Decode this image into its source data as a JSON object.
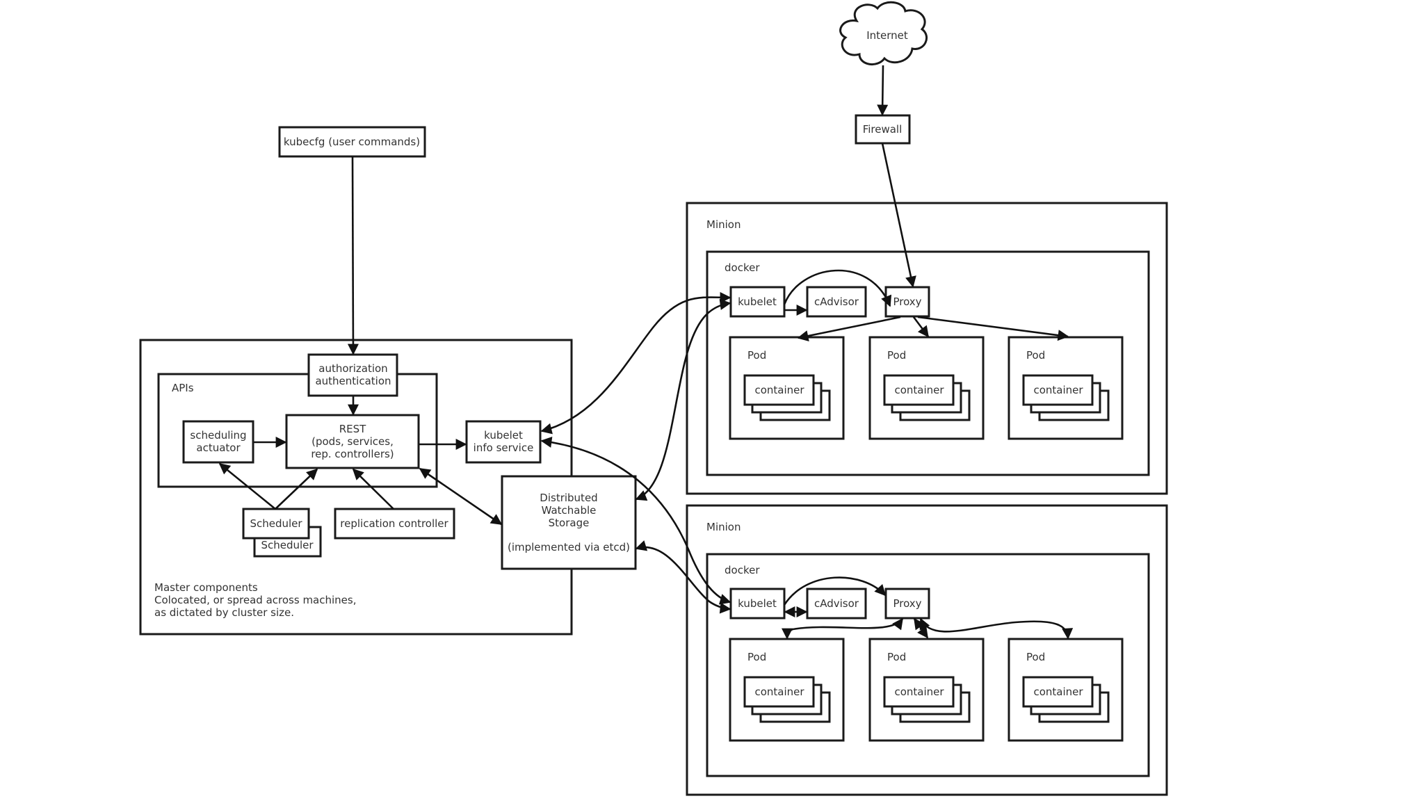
{
  "title": "Kubernetes architecture",
  "colors": {
    "stroke": "#1a1a1a",
    "text": "#333333",
    "background": "#ffffff"
  },
  "external": {
    "internet": {
      "label": "Internet",
      "icon": "cloud-icon"
    },
    "firewall": {
      "label": "Firewall"
    },
    "kubecfg": {
      "label": "kubecfg (user commands)"
    }
  },
  "master": {
    "caption": [
      "Master components",
      "Colocated, or spread across machines,",
      "as dictated by cluster size."
    ],
    "apis_label": "APIs",
    "auth": [
      "authorization",
      "authentication"
    ],
    "rest": [
      "REST",
      "(pods, services,",
      "rep. controllers)"
    ],
    "scheduling_actuator": [
      "scheduling",
      "actuator"
    ],
    "scheduler": "Scheduler",
    "scheduler_replica": "Scheduler",
    "replication_controller": "replication controller",
    "kubelet_info": [
      "kubelet",
      "info service"
    ],
    "storage": [
      "Distributed",
      "Watchable",
      "Storage",
      "",
      "(implemented via etcd)"
    ]
  },
  "minions": [
    {
      "label": "Minion",
      "docker_label": "docker",
      "kubelet": "kubelet",
      "cadvisor": "cAdvisor",
      "proxy": "Proxy",
      "pods": [
        {
          "label": "Pod",
          "container": "container"
        },
        {
          "label": "Pod",
          "container": "container"
        },
        {
          "label": "Pod",
          "container": "container"
        }
      ]
    },
    {
      "label": "Minion",
      "docker_label": "docker",
      "kubelet": "kubelet",
      "cadvisor": "cAdvisor",
      "proxy": "Proxy",
      "pods": [
        {
          "label": "Pod",
          "container": "container"
        },
        {
          "label": "Pod",
          "container": "container"
        },
        {
          "label": "Pod",
          "container": "container"
        }
      ]
    }
  ]
}
